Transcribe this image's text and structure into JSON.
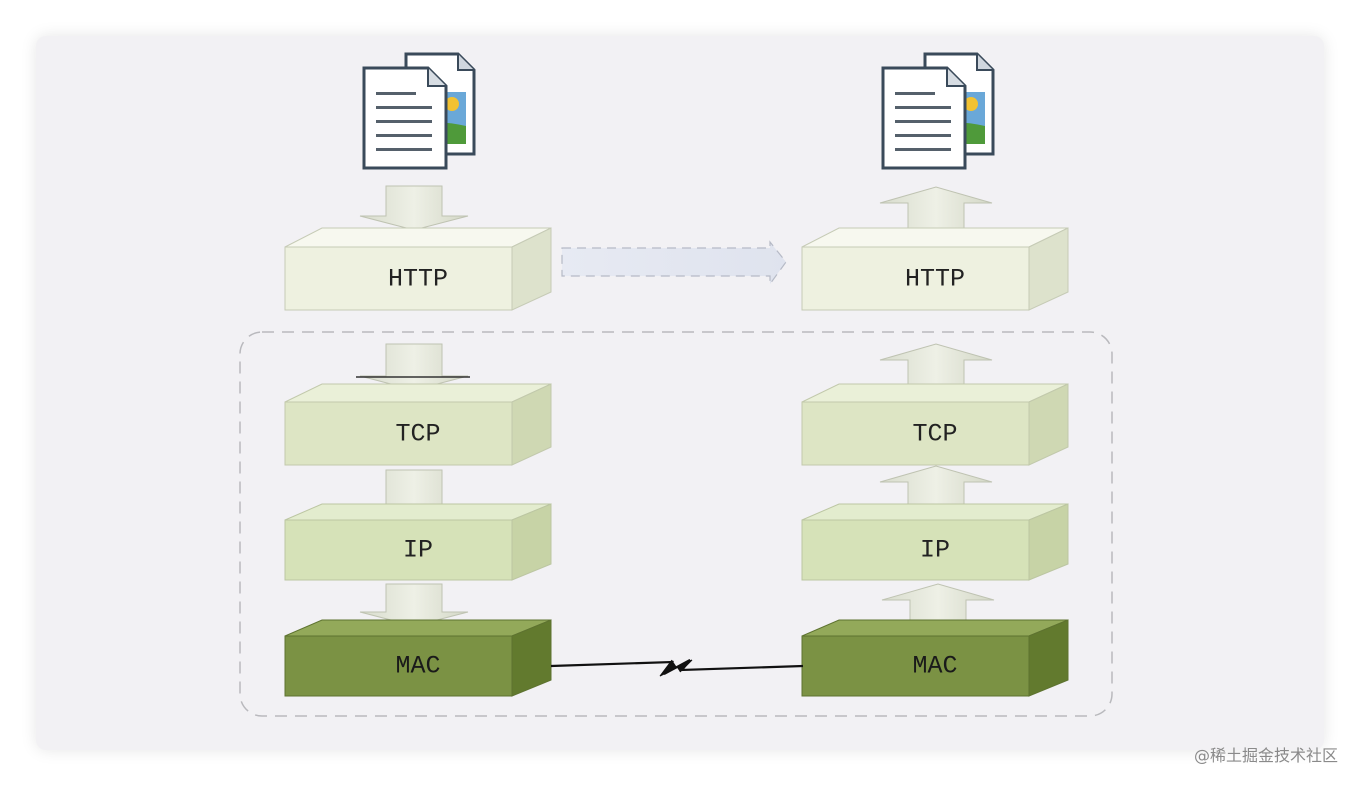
{
  "layers": {
    "left": {
      "http": "HTTP",
      "tcp": "TCP",
      "ip": "IP",
      "mac": "MAC"
    },
    "right": {
      "http": "HTTP",
      "tcp": "TCP",
      "ip": "IP",
      "mac": "MAC"
    }
  },
  "watermark": "@稀土掘金技术社区",
  "icons": [
    "document-icon",
    "document-icon"
  ],
  "colors": {
    "http_face": "#eef1e0",
    "tcp_face": "#dde5c4",
    "ip_face": "#d6e2b8",
    "mac_face": "#7b9244",
    "card_bg": "#f2f1f4"
  }
}
